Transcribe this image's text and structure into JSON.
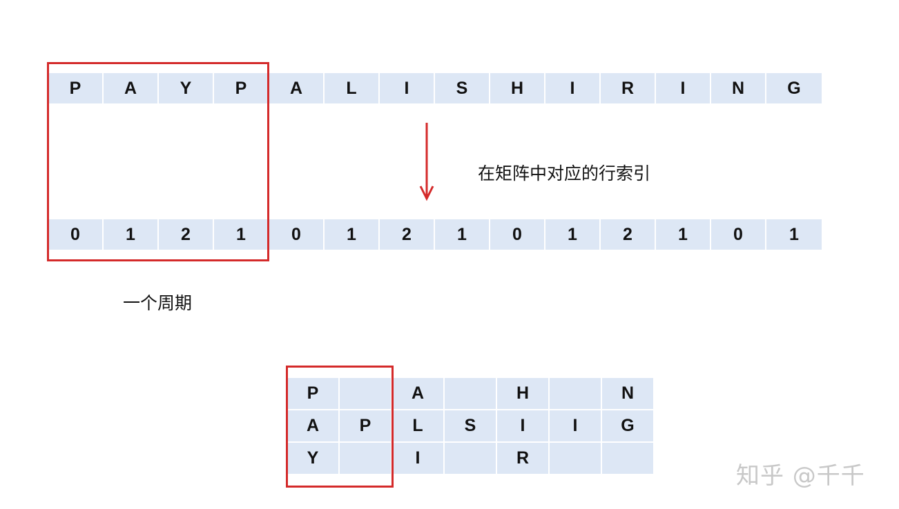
{
  "top_strip": {
    "letters": [
      "P",
      "A",
      "Y",
      "P",
      "A",
      "L",
      "I",
      "S",
      "H",
      "I",
      "R",
      "I",
      "N",
      "G"
    ],
    "indices": [
      "0",
      "1",
      "2",
      "1",
      "0",
      "1",
      "2",
      "1",
      "0",
      "1",
      "2",
      "1",
      "0",
      "1"
    ]
  },
  "annotations": {
    "arrow_caption": "在矩阵中对应的行索引",
    "period_caption": "一个周期"
  },
  "matrix": {
    "rows": [
      [
        "P",
        "",
        "A",
        "",
        "H",
        "",
        "N"
      ],
      [
        "A",
        "P",
        "L",
        "S",
        "I",
        "I",
        "G"
      ],
      [
        "Y",
        "",
        "I",
        "",
        "R",
        "",
        ""
      ]
    ]
  },
  "watermark": "知乎 @千千",
  "colors": {
    "cell_fill": "#dde7f5",
    "highlight_red": "#d42a2a",
    "text": "#111111"
  }
}
